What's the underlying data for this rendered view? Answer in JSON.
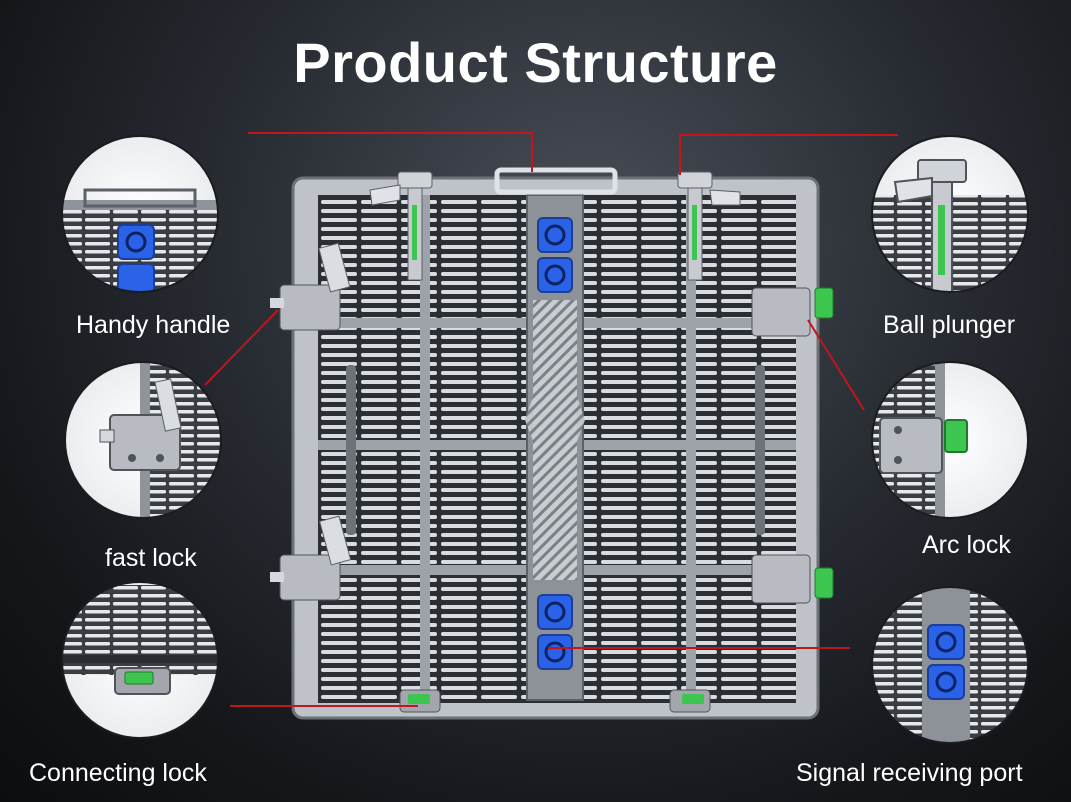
{
  "title": "Product Structure",
  "callouts": {
    "handy_handle": "Handy handle",
    "fast_lock": "fast lock",
    "connecting_lock": "Connecting lock",
    "ball_plunger": "Ball plunger",
    "arc_lock": "Arc lock",
    "signal_receiving_port": "Signal receiving port"
  },
  "colors": {
    "callout_line": "#c0161d",
    "port_blue": "#2a63e8",
    "lock_green": "#3cc650",
    "frame": "#9aa0a8"
  }
}
